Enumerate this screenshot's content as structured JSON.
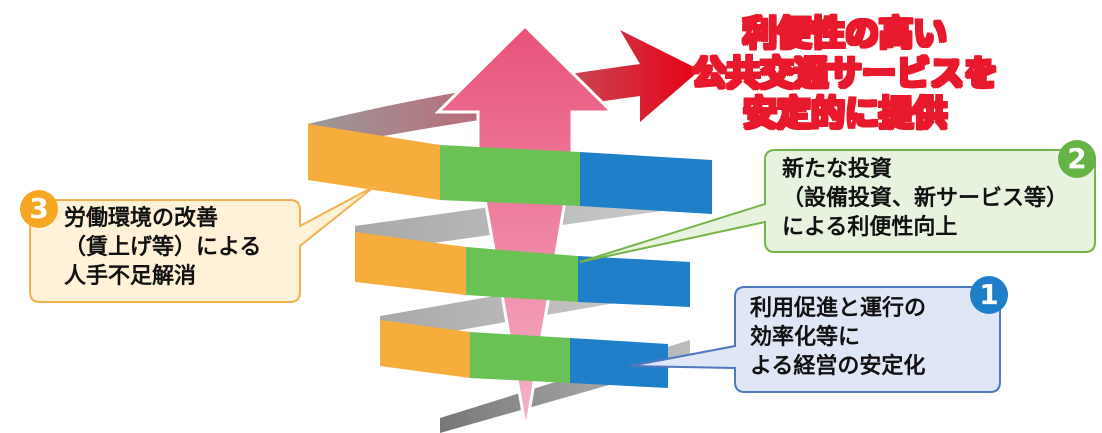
{
  "headline": {
    "line1": "利便性の高い",
    "line2": "公共交通サービスを",
    "line3": "安定的に提供"
  },
  "callouts": [
    {
      "number": "1",
      "lines": [
        "利用促進と運行の",
        "効率化等に",
        "よる経営の安定化"
      ],
      "fill": "#dfe6f5",
      "border": "#4f78bf",
      "badge": "#1e7ec8"
    },
    {
      "number": "2",
      "lines": [
        "新たな投資",
        "（設備投資、新サービス等）",
        "による利便性向上"
      ],
      "fill": "#e8f3df",
      "border": "#75b446",
      "badge": "#65b345"
    },
    {
      "number": "3",
      "lines": [
        "労働環境の改善",
        "（賃上げ等）による",
        "人手不足解消"
      ],
      "fill": "#fff2d9",
      "border": "#f2b14e",
      "badge": "#f5a623"
    }
  ],
  "colors": {
    "orange": "#f6ad3c",
    "green": "#6ac255",
    "blue": "#1f7fc8",
    "pink": "#ea7fa2",
    "red": "#e60012",
    "gray": "#8c8c8c"
  }
}
